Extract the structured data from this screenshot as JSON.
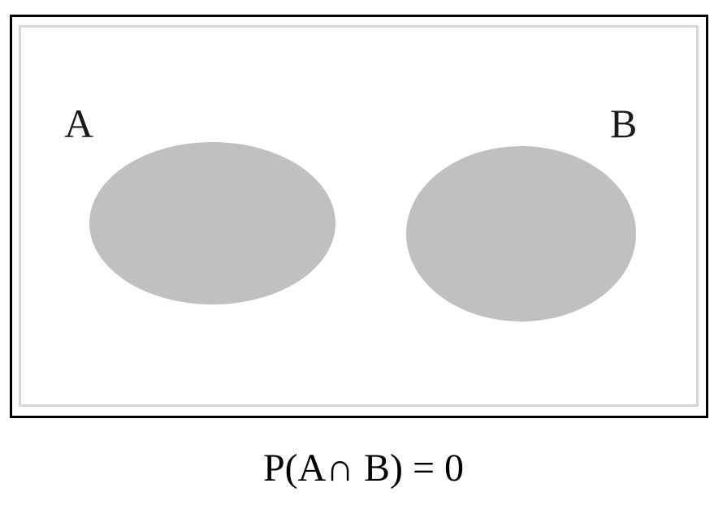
{
  "diagram": {
    "type": "venn",
    "sets": [
      {
        "label": "A",
        "color": "#c0c0c0"
      },
      {
        "label": "B",
        "color": "#c0c0c0"
      }
    ],
    "relationship": "disjoint",
    "frame_color": "#000000",
    "inner_border_color": "#d6d6d6"
  },
  "caption": {
    "formula": "P(A∩ B) = 0"
  }
}
